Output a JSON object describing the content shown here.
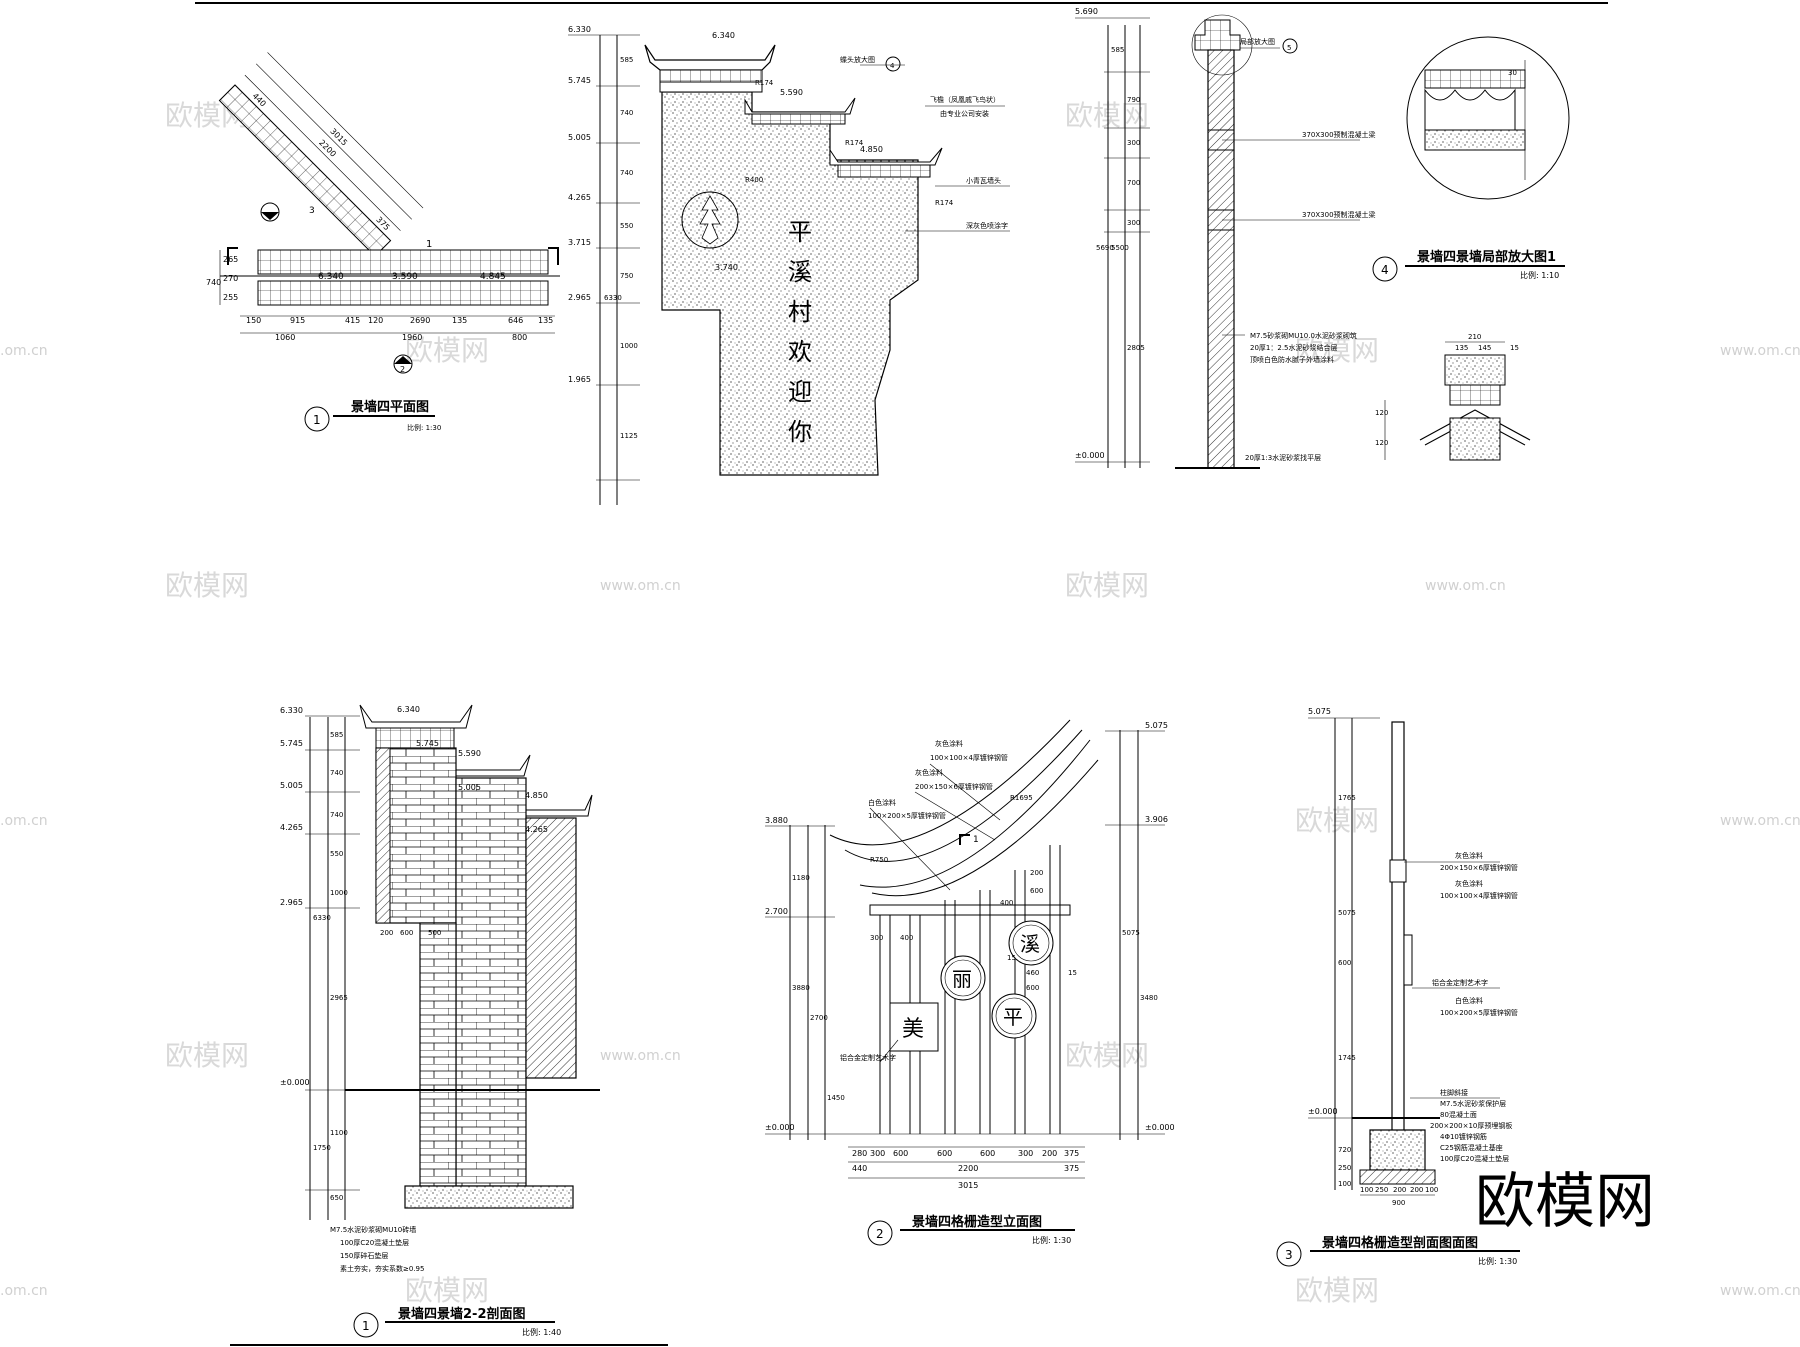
{
  "watermark": {
    "brand": "欧模网",
    "url": "www.om.cn",
    "domain": ".om.cn"
  },
  "sheet_a": {
    "plan": {
      "number": "1",
      "title": "景墙四平面图",
      "scale": "比例: 1:30",
      "dims_bottom_1": [
        "150",
        "915",
        "415",
        "120",
        "2690",
        "135",
        "646",
        "135"
      ],
      "dims_bottom_2": [
        "1060",
        "1960",
        "800"
      ],
      "dims_left": [
        "265",
        "270",
        "255",
        "740"
      ],
      "elevations": [
        "6.340",
        "3.590",
        "4.845"
      ],
      "diag_dims": [
        "3015",
        "2200",
        "440",
        "375"
      ],
      "section_mark": "2",
      "cut_mark": "1",
      "detail_mark": "3"
    },
    "elev1": {
      "levels": [
        "6.330",
        "5.745",
        "5.005",
        "4.265",
        "3.715",
        "2.965",
        "1.965"
      ],
      "tag_levels": [
        "6.340",
        "5.590",
        "4.850",
        "3.740"
      ],
      "text_chars": [
        "平",
        "溪",
        "村",
        "欢",
        "迎",
        "你"
      ],
      "callouts": [
        "蝶头放大图",
        "飞檐（凤凰戚飞鸟状）",
        "由专业公司安装",
        "小青瓦墙头",
        "深灰色喷涂字"
      ],
      "callout_mark": "4",
      "vert_dims": [
        "585",
        "740",
        "740",
        "550",
        "750",
        "1000",
        "1125",
        "6330"
      ],
      "radius_labels": [
        "R174",
        "R174",
        "R174",
        "R400"
      ]
    },
    "column": {
      "levels": [
        "5.690",
        "±0.000"
      ],
      "callouts": [
        "局部放大图",
        "370X300预制混凝土梁",
        "370X300预制混凝土梁",
        "M7.5砂浆砌MU10.0水泥砂浆砌筑",
        "20厚1：2.5水泥砂浆结合层",
        "顶喷白色防水腻子外墙涂料",
        "20厚1:3水泥砂浆找平层"
      ],
      "callout_mark": "5",
      "dims": [
        "585",
        "790",
        "300",
        "700",
        "300",
        "2805",
        "5690",
        "5500"
      ]
    },
    "detail": {
      "number": "4",
      "title": "景墙四景墙局部放大图1",
      "scale": "比例: 1:10",
      "dims": [
        "210",
        "135",
        "145",
        "15",
        "30",
        "120",
        "120"
      ]
    }
  },
  "sheet_b": {
    "section": {
      "number": "1",
      "title": "景墙四景墙2-2剖面图",
      "scale": "比例: 1:40",
      "levels": [
        "6.330",
        "5.745",
        "5.005",
        "4.265",
        "2.965",
        "±0.000"
      ],
      "tag_levels": [
        "6.340",
        "5.745",
        "5.590",
        "5.005",
        "4.850",
        "4.265"
      ],
      "notes": [
        "M7.5水泥砂浆砌MU10砖墙",
        "100厚C20混凝土垫层",
        "150厚碎石垫层",
        "素土夯实，夯实系数≥0.95"
      ],
      "dims": [
        "585",
        "740",
        "740",
        "550",
        "1000",
        "2965",
        "6330",
        "1750",
        "1100",
        "650"
      ],
      "bottom_dims": [
        "200",
        "600",
        "500"
      ]
    },
    "grille_elev": {
      "number": "2",
      "title": "景墙四格栅造型立面图",
      "scale": "比例: 1:30",
      "characters": [
        "美",
        "丽",
        "溪",
        "平"
      ],
      "levels_left": [
        "3.880",
        "2.700",
        "±0.000"
      ],
      "levels_right": [
        "5.075",
        "3.906",
        "±0.000"
      ],
      "callouts": [
        "灰色涂料",
        "100×100×4厚镀锌钢管",
        "灰色涂料",
        "200×150×6厚镀锌钢管",
        "白色涂料",
        "100×200×5厚镀锌钢管",
        "铝合金定制艺术字"
      ],
      "dims_bottom_1": [
        "280",
        "300",
        "600",
        "600",
        "600",
        "300",
        "200",
        "375"
      ],
      "dims_bottom_2": [
        "440",
        "2200",
        "375"
      ],
      "total": "3015",
      "vert_dims": [
        "1180",
        "3880",
        "2700",
        "1450",
        "5075",
        "3480"
      ],
      "inner_dims": [
        "600",
        "400",
        "200",
        "300",
        "400",
        "460",
        "600",
        "15",
        "15"
      ],
      "radii": [
        "R750",
        "R1695"
      ],
      "cut_mark": "1"
    },
    "grille_sect": {
      "number": "3",
      "title": "景墙四格栅造型剖面图面图",
      "scale": "比例: 1:30",
      "levels": [
        "5.075",
        "±0.000"
      ],
      "callouts": [
        "灰色涂料",
        "200×150×6厚镀锌钢管",
        "灰色涂料",
        "100×100×4厚镀锌钢管",
        "铝合金定制艺术字",
        "白色涂料",
        "100×200×5厚镀锌钢管",
        "柱脚斜接",
        "M7.5水泥砂浆保护层",
        "80混凝土面",
        "200×200×10厚预埋钢板",
        "4Φ10镀锌钢筋",
        "C25钢筋混凝土基座",
        "100厚C20混凝土垫层"
      ],
      "dims": [
        "1765",
        "600",
        "1745",
        "5075",
        "720",
        "250",
        "100"
      ],
      "bottom_dims": [
        "100",
        "250",
        "200",
        "200",
        "100"
      ],
      "bottom_total": "900"
    }
  }
}
